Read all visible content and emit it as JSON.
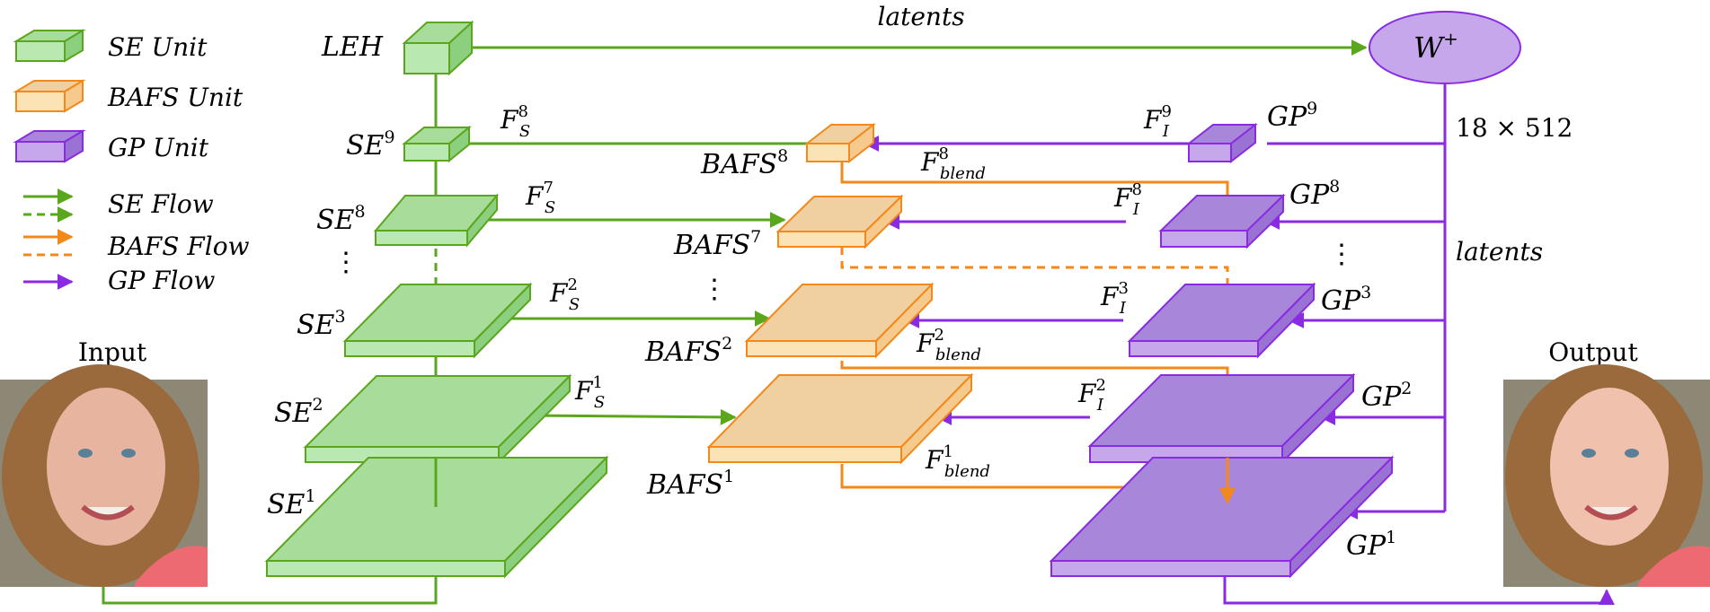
{
  "colors": {
    "se_face": "#b9e8b0",
    "se_top": "#a7dc9b",
    "se_side": "#8ccf7e",
    "se_edge": "#5aa61c",
    "bafs_face": "#fbe3b6",
    "bafs_top": "#f0d0a0",
    "bafs_side": "#f6c98c",
    "bafs_edge": "#f2891a",
    "gp_face": "#c6a7ec",
    "gp_top": "#a886d9",
    "gp_side": "#9a72d4",
    "gp_edge": "#8a2be2",
    "green_flow": "#5aa61c",
    "orange_flow": "#f2891a",
    "purple_flow": "#8a2be2"
  },
  "legend": {
    "se_unit": "SE Unit",
    "bafs_unit": "BAFS Unit",
    "gp_unit": "GP Unit",
    "se_flow": "SE Flow",
    "bafs_flow": "BAFS Flow",
    "gp_flow": "GP Flow"
  },
  "labels": {
    "input": "Input",
    "output": "Output",
    "latents_top": "latents",
    "latents_right": "latents",
    "dim": "18 × 512",
    "ellipsis": "⋮"
  },
  "nodes": {
    "leh": "LEH",
    "w_base": "W",
    "w_sup": "+",
    "se9": {
      "base": "SE",
      "sup": "9"
    },
    "se8": {
      "base": "SE",
      "sup": "8"
    },
    "se3": {
      "base": "SE",
      "sup": "3"
    },
    "se2": {
      "base": "SE",
      "sup": "2"
    },
    "se1": {
      "base": "SE",
      "sup": "1"
    },
    "bafs8": {
      "base": "BAFS",
      "sup": "8"
    },
    "bafs7": {
      "base": "BAFS",
      "sup": "7"
    },
    "bafs2": {
      "base": "BAFS",
      "sup": "2"
    },
    "bafs1": {
      "base": "BAFS",
      "sup": "1"
    },
    "gp9": {
      "base": "GP",
      "sup": "9"
    },
    "gp8": {
      "base": "GP",
      "sup": "8"
    },
    "gp3": {
      "base": "GP",
      "sup": "3"
    },
    "gp2": {
      "base": "GP",
      "sup": "2"
    },
    "gp1": {
      "base": "GP",
      "sup": "1"
    }
  },
  "features": {
    "fs8": {
      "base": "F",
      "sup": "8",
      "sub": "S"
    },
    "fs7": {
      "base": "F",
      "sup": "7",
      "sub": "S"
    },
    "fs2": {
      "base": "F",
      "sup": "2",
      "sub": "S"
    },
    "fs1": {
      "base": "F",
      "sup": "1",
      "sub": "S"
    },
    "fi9": {
      "base": "F",
      "sup": "9",
      "sub": "I"
    },
    "fi8": {
      "base": "F",
      "sup": "8",
      "sub": "I"
    },
    "fi3": {
      "base": "F",
      "sup": "3",
      "sub": "I"
    },
    "fi2": {
      "base": "F",
      "sup": "2",
      "sub": "I"
    },
    "fb8": {
      "base": "F",
      "sup": "8",
      "sub": "blend"
    },
    "fb2": {
      "base": "F",
      "sup": "2",
      "sub": "blend"
    },
    "fb1": {
      "base": "F",
      "sup": "1",
      "sub": "blend"
    }
  }
}
